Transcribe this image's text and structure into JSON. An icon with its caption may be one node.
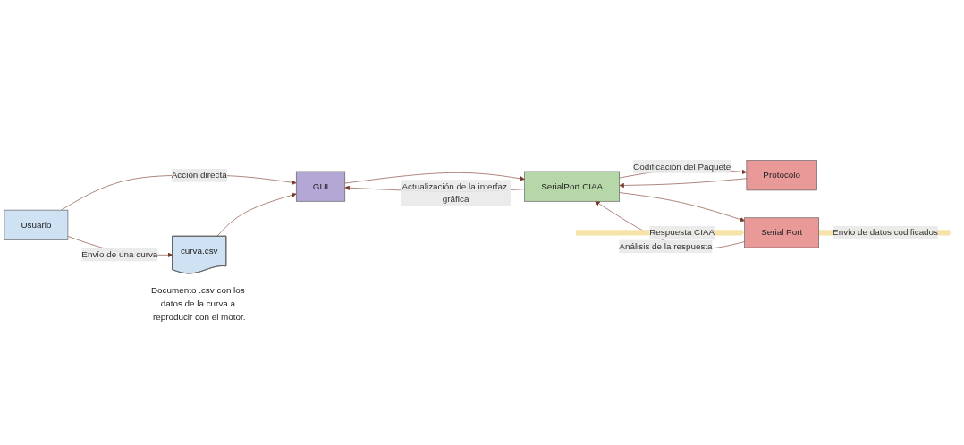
{
  "diagram": {
    "nodes": [
      {
        "text": [
          "Usuario"
        ]
      },
      {
        "text": [
          "GUI"
        ]
      },
      {
        "text": [
          "SerialPort CIAA"
        ]
      },
      {
        "text": [
          "curva.csv"
        ],
        "beside": [
          "Documento .csv con los datos de la curva a reproducir con el motor."
        ]
      },
      {
        "text": [
          "Protocolo"
        ]
      },
      {
        "text": [
          "Serial Port"
        ]
      }
    ],
    "edges": [
      {
        "from": 0,
        "to": 1,
        "arrow": "to",
        "label": "Acción directa"
      },
      {
        "from": 0,
        "to": 3,
        "arrow": "to",
        "label": "Envío de una curva"
      },
      {
        "from": 3,
        "to": 1,
        "arrow": "to"
      },
      {
        "from": 2,
        "to": 1,
        "arrow": "to",
        "label": "Actualización de la interfaz gráfica"
      },
      {
        "from": 1,
        "to": 2,
        "arrow": "to"
      },
      {
        "from": 2,
        "to": 4,
        "arrow": "to",
        "label": "Codificación del Paquete"
      },
      {
        "from": 4,
        "to": 2,
        "arrow": "to"
      },
      {
        "from": 2,
        "to": 5,
        "arrow": "to"
      },
      {
        "from": 5,
        "to": 2,
        "arrow": "to",
        "label": "Análisis de la respuesta"
      },
      {
        "from": null,
        "to": 5,
        "arrow": "to",
        "label": "Respuesta CIAA",
        "style": "thick",
        "color": "#f6e3a8"
      },
      {
        "from": 5,
        "to": null,
        "arrow": "to",
        "label": "Envío de datos codificados",
        "style": "thick",
        "color": "#f6e3a8"
      }
    ]
  }
}
